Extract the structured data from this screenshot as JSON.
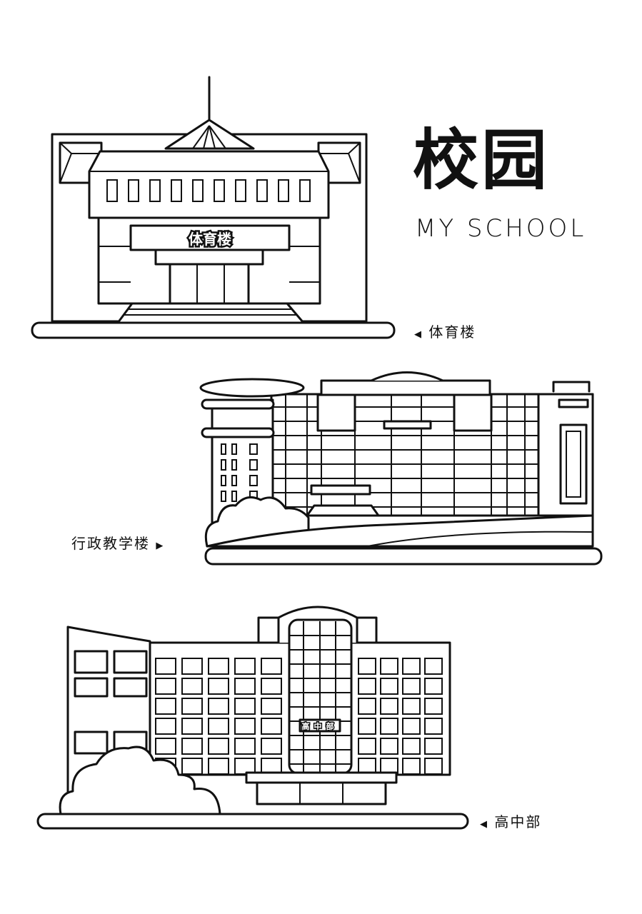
{
  "title": {
    "main": "校园",
    "subtitle": "MY SCHOOL"
  },
  "buildings": [
    {
      "label": "体育楼",
      "sign": "体育楼",
      "pointer": "◀"
    },
    {
      "label": "行政教学楼",
      "pointer": "▶"
    },
    {
      "label": "高中部",
      "sign": "高中部",
      "pointer": "◀"
    }
  ],
  "colors": {
    "line": "#111111",
    "background": "#ffffff"
  }
}
